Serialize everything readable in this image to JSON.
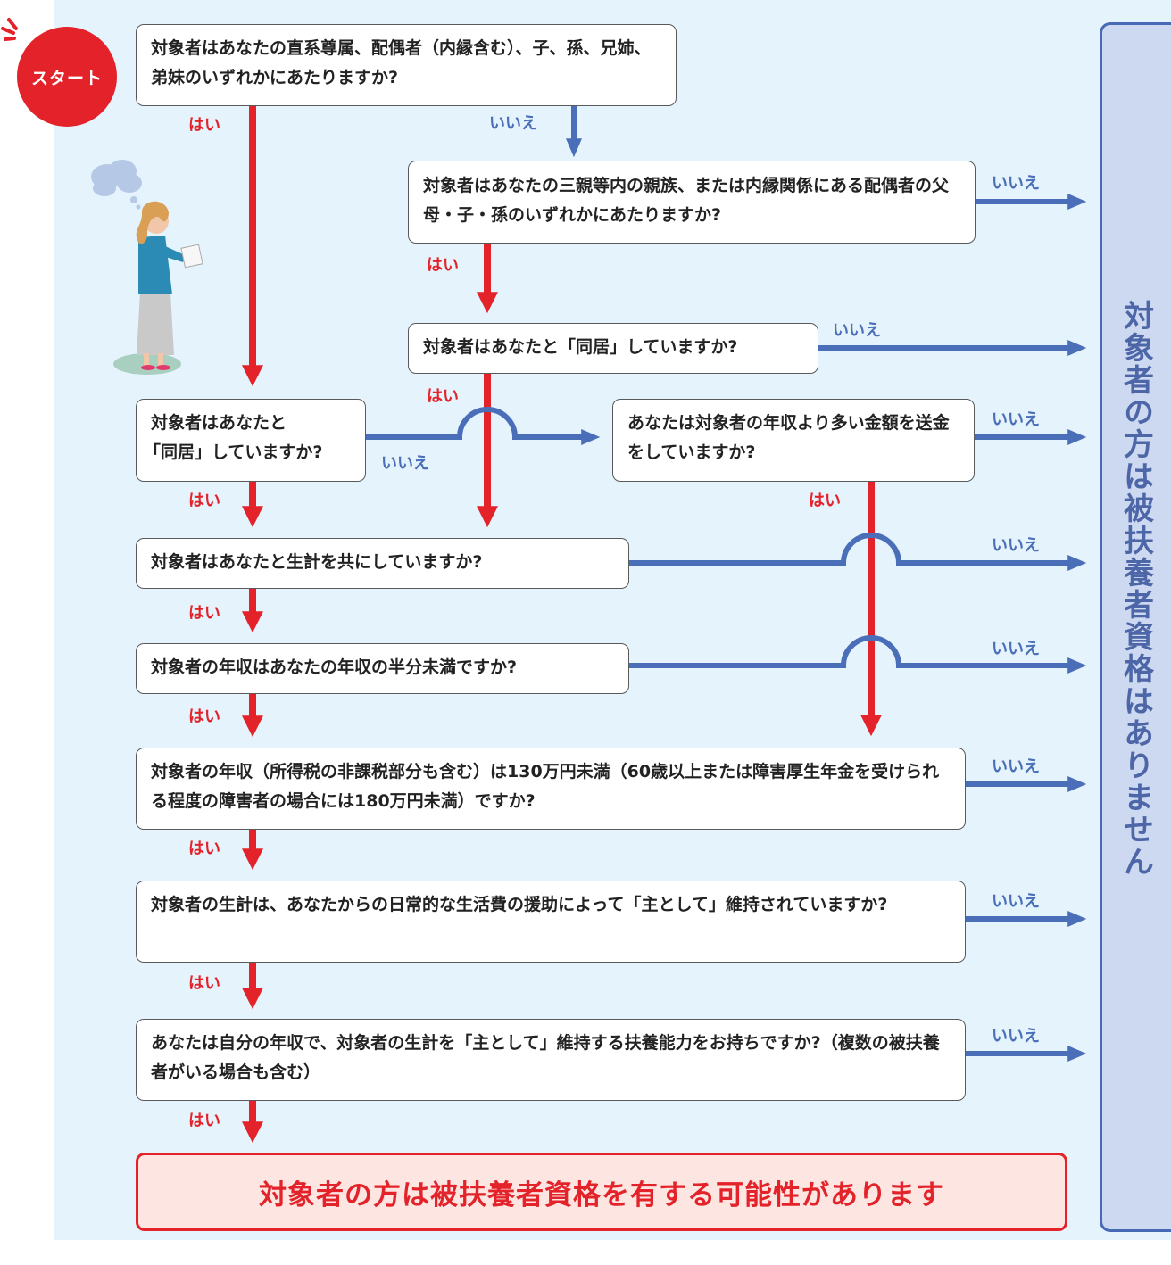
{
  "start_label": "スタート",
  "questions": {
    "q1": "対象者はあなたの直系尊属、配偶者（内縁含む）、子、孫、兄姉、弟妹のいずれかにあたりますか?",
    "q2": "対象者はあなたの三親等内の親族、または内縁関係にある配偶者の父母・子・孫のいずれかにあたりますか?",
    "q3": "対象者はあなたと「同居」していますか?",
    "q4a": "対象者はあなたと",
    "q4b": "「同居」していますか?",
    "q5": "あなたは対象者の年収より多い金額を送金をしていますか?",
    "q6": "対象者はあなたと生計を共にしていますか?",
    "q7": "対象者の年収はあなたの年収の半分未満ですか?",
    "q8": "対象者の年収（所得税の非課税部分も含む）は130万円未満（60歳以上または障害厚生年金を受けられる程度の障害者の場合には180万円未満）ですか?",
    "q9": "対象者の生計は、あなたからの日常的な生活費の援助によって「主として」維持されていますか?",
    "q10": "あなたは自分の年収で、対象者の生計を「主として」維持する扶養能力をお持ちですか?（複数の被扶養者がいる場合も含む）"
  },
  "yes_label": "はい",
  "no_label": "いいえ",
  "result_label": "対象者の方は被扶養者資格を有する可能性があります",
  "no_result_label": "対象者の方は被扶養者資格はありません",
  "colors": {
    "yes": "#e3222a",
    "no": "#4a6fb8",
    "background": "#e5f3fc",
    "panel": "#cdd9f0"
  }
}
